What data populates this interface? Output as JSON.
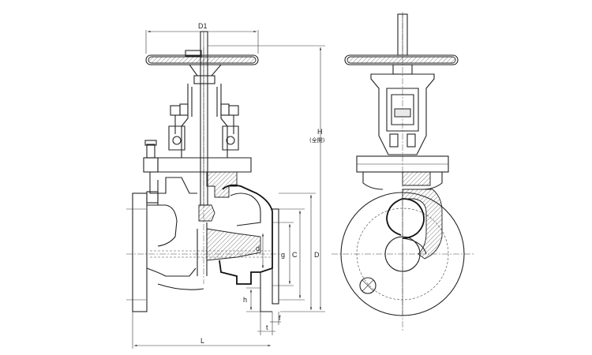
{
  "labels": {
    "d1": "D1",
    "h": "H",
    "h_note": "(全開)",
    "c": "C",
    "D": "D",
    "d": "d",
    "g": "g",
    "h_small": "h",
    "t": "t",
    "f": "f",
    "L": "L"
  },
  "colors": {
    "line": "#222222",
    "background": "#ffffff"
  }
}
